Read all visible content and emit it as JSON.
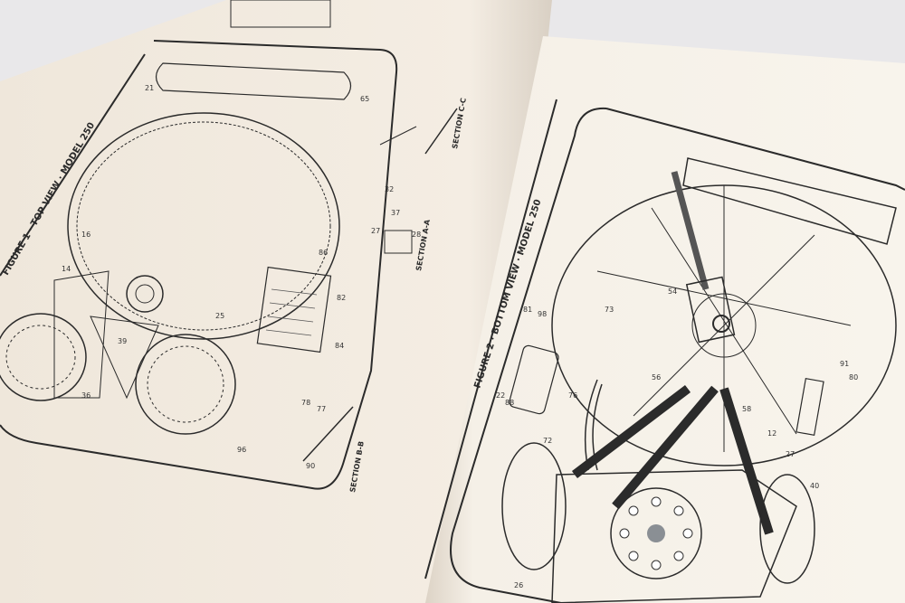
{
  "left_page": {
    "figure_title": "FIGURE 1  ·  TOP VIEW  ·  MODEL 250",
    "sections": [
      "SECTION C-C",
      "SECTION A-A",
      "SECTION B-B"
    ],
    "part_numbers": [
      "65",
      "82",
      "21",
      "32",
      "27",
      "37",
      "28",
      "86",
      "84",
      "96",
      "25",
      "78",
      "77",
      "90",
      "14",
      "16",
      "39",
      "36"
    ]
  },
  "right_page": {
    "figure_title": "FIGURE 2  ·  BOTTOM VIEW  ·  MODEL 250",
    "part_numbers": [
      "81",
      "98",
      "22",
      "88",
      "73",
      "76",
      "72",
      "56",
      "58",
      "12",
      "27",
      "40",
      "26",
      "91",
      "80",
      "54"
    ]
  },
  "colors": {
    "background": "#e9e8ea",
    "paper_left": "#f3ece2",
    "paper_right": "#f6f1e8",
    "ink": "#2b2b2b"
  }
}
